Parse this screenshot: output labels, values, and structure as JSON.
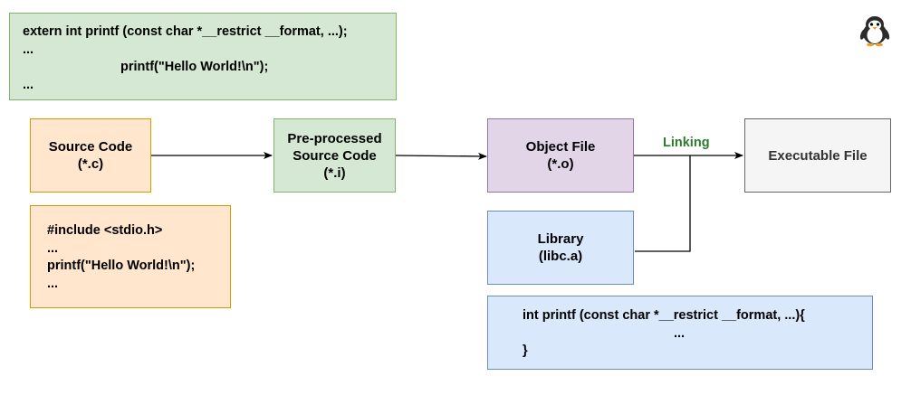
{
  "top_code": {
    "lines": [
      "extern int printf (const char *__restrict __format, ...);",
      "...",
      "printf(\"Hello World!\\n\");",
      "..."
    ]
  },
  "source_box": {
    "title": "Source Code",
    "ext": "(*.c)"
  },
  "source_code": {
    "lines": [
      "#include <stdio.h>",
      "...",
      "printf(\"Hello World!\\n\");",
      "..."
    ]
  },
  "preprocessed_box": {
    "line1": "Pre-processed",
    "line2": "Source Code",
    "ext": "(*.i)"
  },
  "object_box": {
    "title": "Object File",
    "ext": "(*.o)"
  },
  "linking_label": "Linking",
  "executable_box": {
    "title": "Executable File"
  },
  "library_box": {
    "title": "Library",
    "ext": "(libc.a)"
  },
  "library_code": {
    "lines": [
      "int printf (const char *__restrict __format, ...){",
      "...",
      "}"
    ]
  },
  "colors": {
    "orange_fill": "#ffe6cc",
    "orange_stroke": "#d79b00",
    "green_fill": "#d5e8d4",
    "green_stroke": "#82b366",
    "purple_fill": "#e1d5e7",
    "purple_stroke": "#9673a6",
    "blue_fill": "#dae8fc",
    "blue_stroke": "#6c8ebf",
    "gray_fill": "#f5f5f5",
    "gray_stroke": "#666666",
    "linking_text": "#2d7a2d"
  },
  "icons": {
    "mascot": "penguin-icon"
  }
}
